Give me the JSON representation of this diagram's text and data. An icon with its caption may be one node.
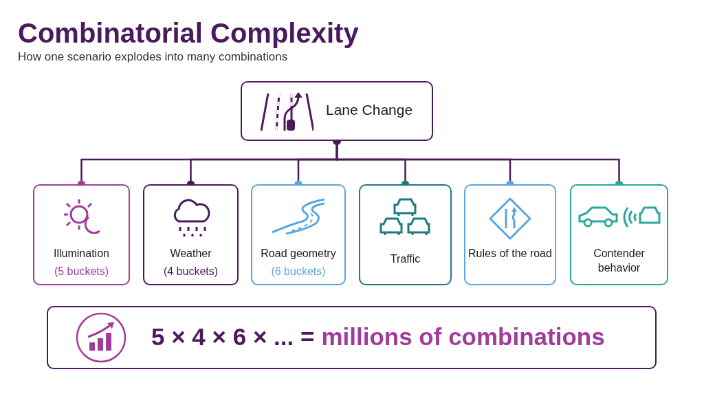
{
  "diagram": {
    "title": "Combinatorial Complexity",
    "caption": "How one scenario explodes into many combinations",
    "nodes": [
      {
        "text": [
          "Lane Change"
        ]
      },
      {
        "text": [
          "Illumination",
          "(5 buckets)"
        ]
      },
      {
        "text": [
          "Weather",
          "(4 buckets)"
        ]
      },
      {
        "text": [
          "Road geometry",
          "(6 buckets)"
        ]
      },
      {
        "text": [
          "Traffic"
        ]
      },
      {
        "text": [
          "Rules of the road"
        ]
      },
      {
        "text": [
          "Contender behavior"
        ]
      },
      {
        "text": [
          "5 × 4 × 6 × ... =",
          "millions of combinations"
        ]
      }
    ],
    "edges": [
      {
        "from": 0,
        "to": 1,
        "arrow": "other"
      },
      {
        "from": 0,
        "to": 2,
        "arrow": "other"
      },
      {
        "from": 0,
        "to": 3,
        "arrow": "other"
      },
      {
        "from": 0,
        "to": 4,
        "arrow": "other"
      },
      {
        "from": 0,
        "to": 5,
        "arrow": "other"
      },
      {
        "from": 0,
        "to": 6,
        "arrow": "other"
      }
    ]
  }
}
